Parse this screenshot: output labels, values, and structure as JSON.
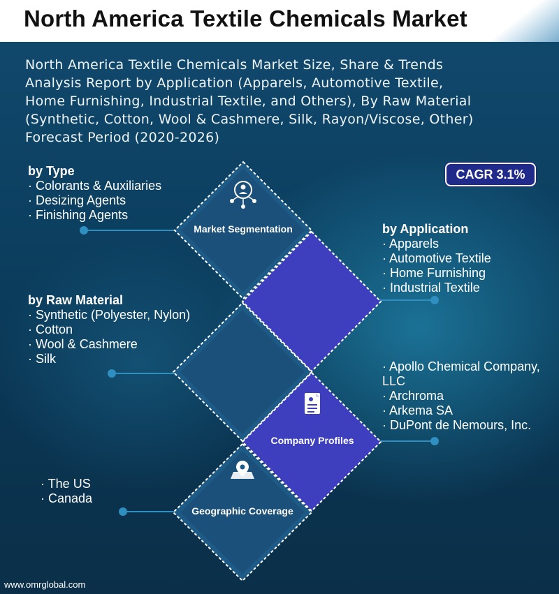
{
  "title": "North America Textile Chemicals Market",
  "subtitle": "North America Textile Chemicals Market Size, Share & Trends\nAnalysis Report by Application (Apparels, Automotive Textile,\nHome Furnishing, Industrial Textile, and Others), By Raw Material\n(Synthetic, Cotton, Wool & Cashmere, Silk, Rayon/Viscose, Other)\nForecast Period (2020-2026)",
  "cagr": "CAGR 3.1%",
  "by_type": {
    "heading": "by Type",
    "items": [
      "Colorants & Auxiliaries",
      "Desizing Agents",
      "Finishing Agents"
    ]
  },
  "by_application": {
    "heading": "by Application",
    "items": [
      "Apparels",
      "Automotive Textile",
      "Home Furnishing",
      "Industrial Textile"
    ]
  },
  "by_raw_material": {
    "heading": "by Raw Material",
    "items": [
      "Synthetic (Polyester, Nylon)",
      "Cotton",
      "Wool & Cashmere",
      "Silk"
    ]
  },
  "companies": {
    "items": [
      "Apollo Chemical Company, LLC",
      "Archroma",
      "Arkema SA",
      "DuPont de Nemours, Inc."
    ]
  },
  "geography": {
    "items": [
      "The US",
      "Canada"
    ]
  },
  "nodes": {
    "segmentation": "Market Segmentation",
    "profiles": "Company Profiles",
    "coverage": "Geographic Coverage"
  },
  "icons": {
    "segmentation": "people-network-icon",
    "profiles": "document-icon",
    "coverage": "map-pin-icon"
  },
  "colors": {
    "diamond_dark": "#1d5a86",
    "diamond_blue": "#3d3fbf",
    "cagr_bg": "#1f2a8a"
  },
  "footer": "www.omrglobal.com"
}
